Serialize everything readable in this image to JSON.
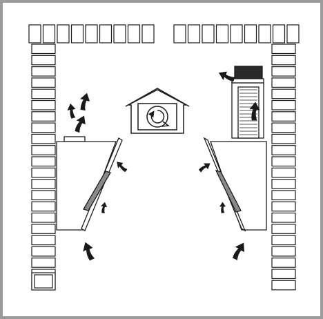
{
  "figure": {
    "frame_color": "#9b9b9b",
    "stroke_color": "#1a1a1a",
    "fill_color": "#ffffff",
    "dark_color": "#2a2a2a",
    "mid_gray": "#8a8a8a",
    "light_gray": "#d9d9d9"
  },
  "scenes": [
    {
      "name": "recirculation-mode",
      "airflow_outlet": "top-of-hood"
    },
    {
      "name": "extraction-mode",
      "airflow_outlet": "chimney-duct"
    }
  ],
  "icons": {
    "center": "house-recirculation-icon"
  }
}
